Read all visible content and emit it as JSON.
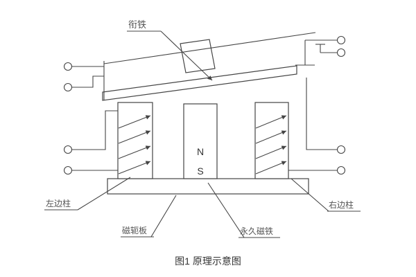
{
  "figure": {
    "caption": "图1  原理示意图",
    "labels": {
      "armature": "衔铁",
      "left_column": "左边柱",
      "right_column": "右边柱",
      "yoke_plate": "磁轭板",
      "permanent_magnet": "永久磁铁",
      "pole_n": "N",
      "pole_s": "S"
    },
    "colors": {
      "line": "#444444",
      "label_text": "#555555",
      "background": "#ffffff"
    }
  }
}
